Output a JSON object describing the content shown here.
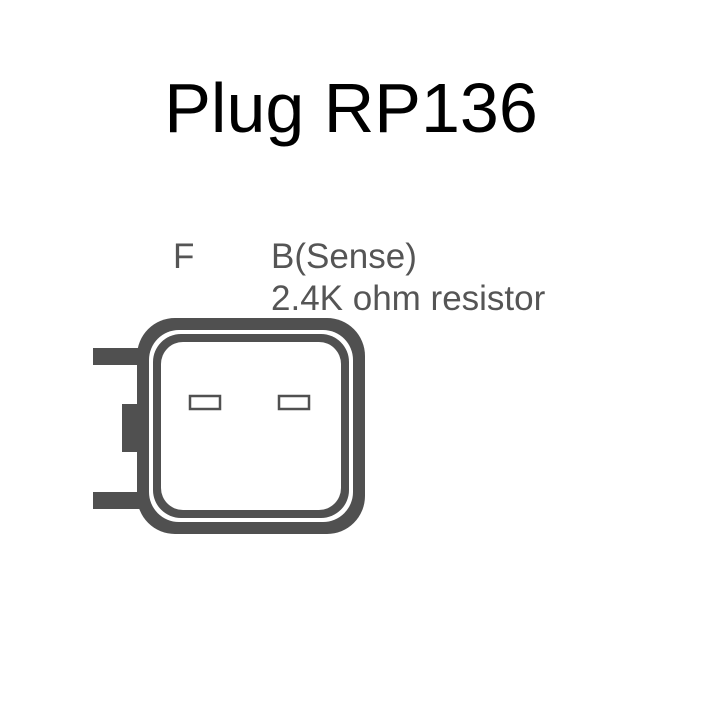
{
  "title": "Plug RP136",
  "pins": [
    {
      "label": "F"
    },
    {
      "label": "B(Sense)",
      "description": "2.4K ohm resistor"
    }
  ],
  "colors": {
    "background": "#ffffff",
    "title_text": "#000000",
    "label_text": "#555555",
    "connector_body": "#505050"
  }
}
